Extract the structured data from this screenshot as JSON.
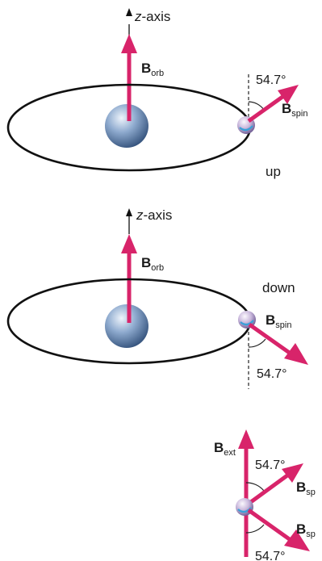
{
  "colors": {
    "vector": "#d8246a",
    "orbit": "#111111",
    "nucleus_light": "#dfe9f6",
    "nucleus_mid": "#7d9cc2",
    "nucleus_dark": "#3d5c86",
    "electron_light": "#f6f0fa",
    "electron_mid": "#c6b4da",
    "electron_dark": "#6e5a96",
    "spin_band": "#3aa0d8"
  },
  "icons": {
    "nucleus": "blue-sphere",
    "electron": "small-spinning-sphere"
  },
  "panel_up": {
    "axis_italic": "z",
    "axis_rest": "-axis",
    "b_orb_main": "B",
    "b_orb_sub": "orb",
    "angle": "54.7°",
    "b_spin_main": "B",
    "b_spin_sub": "spin",
    "state": "up"
  },
  "panel_down": {
    "axis_italic": "z",
    "axis_rest": "-axis",
    "b_orb_main": "B",
    "b_orb_sub": "orb",
    "state": "down",
    "b_spin_main": "B",
    "b_spin_sub": "spin",
    "angle": "54.7°"
  },
  "panel_ext": {
    "b_ext_main": "B",
    "b_ext_sub": "ext",
    "angle_top": "54.7°",
    "b_spin_top_main": "B",
    "b_spin_top_sub": "sp",
    "b_spin_bottom_main": "B",
    "b_spin_bottom_sub": "sp",
    "angle_bottom": "54.7°"
  }
}
